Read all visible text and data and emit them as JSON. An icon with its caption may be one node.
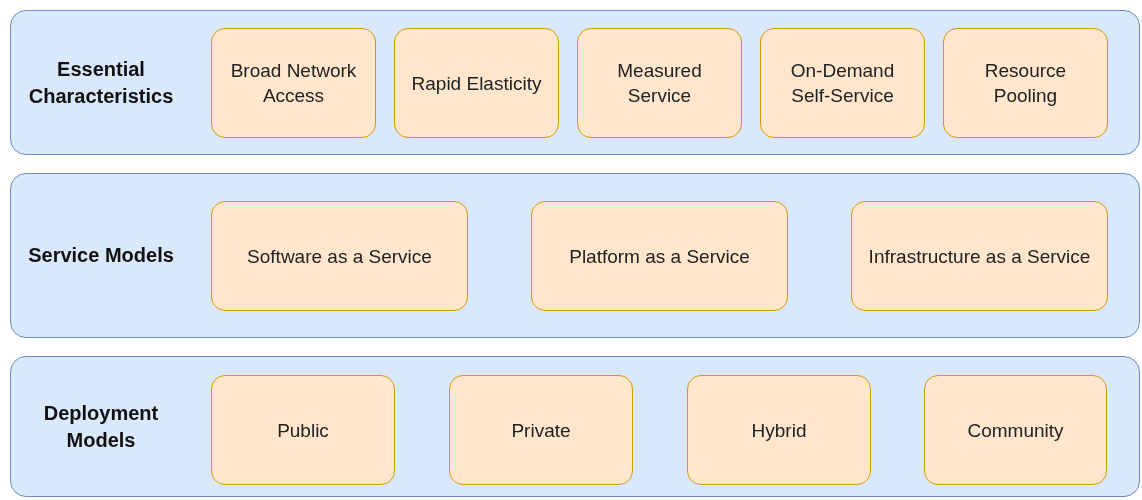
{
  "diagram": {
    "nodes": [
      {
        "text": [
          "Essential Characteristics"
        ]
      },
      {
        "text": [
          "Broad Network Access"
        ],
        "in": 0
      },
      {
        "text": [
          "Rapid Elasticity"
        ],
        "in": 0
      },
      {
        "text": [
          "Measured Service"
        ],
        "in": 0
      },
      {
        "text": [
          "On-Demand Self-Service"
        ],
        "in": 0
      },
      {
        "text": [
          "Resource Pooling"
        ],
        "in": 0
      },
      {
        "text": [
          "Service Models"
        ]
      },
      {
        "text": [
          "Software as a Service"
        ],
        "in": 6
      },
      {
        "text": [
          "Platform as a Service"
        ],
        "in": 6
      },
      {
        "text": [
          "Infrastructure as a Service"
        ],
        "in": 6
      },
      {
        "text": [
          "Deployment Models"
        ]
      },
      {
        "text": [
          "Public"
        ],
        "in": 10
      },
      {
        "text": [
          "Private"
        ],
        "in": 10
      },
      {
        "text": [
          "Hybrid"
        ],
        "in": 10
      },
      {
        "text": [
          "Community"
        ],
        "in": 10
      }
    ]
  }
}
